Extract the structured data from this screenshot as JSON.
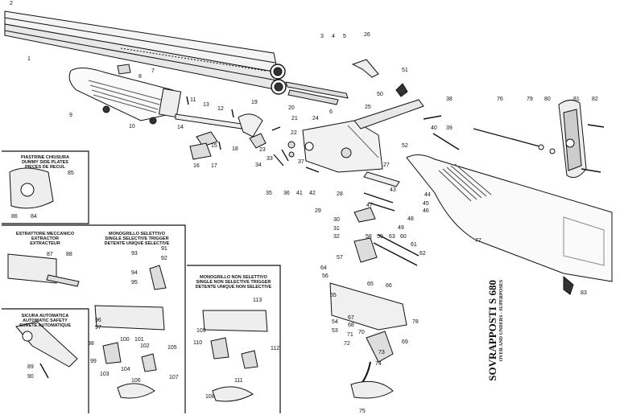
{
  "title": {
    "main": "SOVRAPPOSTI S 680",
    "sub": "OVER AND UNDERS - SUPERPOSES"
  },
  "insets": [
    {
      "lines": [
        "PIASTRINE CHIUSURA",
        "DUMMY SIDE PLATES",
        "PIECES DE RECUL"
      ]
    },
    {
      "lines": [
        "ESTRATTORE MECCANICO",
        "EXTRACTOR",
        "EXTRACTEUR"
      ]
    },
    {
      "lines": [
        "SICURA AUTOMATICA",
        "AUTOMATIC SAFETY",
        "SURETE AUTOMATIQUE"
      ]
    },
    {
      "lines": [
        "MONOGRILLO SELETTIVO",
        "SINGLE SELECTIVE TRIGGER",
        "DETENTE UNIQUE SELECTIVE"
      ]
    },
    {
      "lines": [
        "MONOGRILLO NON SELETTIVO",
        "SINGLE NON SELECTIVE TRIGGER",
        "DETENTE UNIQUE NON SELECTIVE"
      ]
    }
  ],
  "parts": [
    "1",
    "2",
    "3",
    "4",
    "5",
    "6",
    "7",
    "8",
    "9",
    "10",
    "11",
    "12",
    "13",
    "14",
    "15",
    "16",
    "17",
    "18",
    "19",
    "20",
    "21",
    "22",
    "23",
    "24",
    "25",
    "26",
    "27",
    "28",
    "29",
    "30",
    "31",
    "32",
    "33",
    "34",
    "35",
    "36",
    "37",
    "38",
    "39",
    "40",
    "41",
    "42",
    "43",
    "44",
    "45",
    "46",
    "47",
    "48",
    "49",
    "50",
    "51",
    "52",
    "53",
    "54",
    "55",
    "56",
    "57",
    "58",
    "59",
    "60",
    "61",
    "62",
    "63",
    "64",
    "65",
    "66",
    "67",
    "68",
    "69",
    "70",
    "71",
    "72",
    "73",
    "74",
    "75",
    "76",
    "77",
    "78",
    "79",
    "80",
    "81",
    "82",
    "83",
    "84",
    "85",
    "86",
    "87",
    "88",
    "89",
    "90",
    "91",
    "92",
    "93",
    "94",
    "95",
    "96",
    "97",
    "98",
    "99",
    "100",
    "101",
    "102",
    "103",
    "104",
    "105",
    "106",
    "107",
    "108",
    "109",
    "110",
    "111",
    "112",
    "113"
  ]
}
